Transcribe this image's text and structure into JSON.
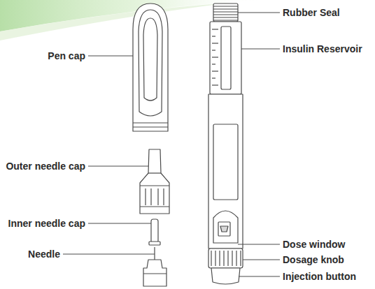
{
  "diagram": {
    "labels": [
      "Pen cap",
      "Outer needle cap",
      "Inner needle cap",
      "Needle",
      "Rubber Seal",
      "Insulin Reservoir",
      "Dose window",
      "Dosage knob",
      "Injection button"
    ]
  }
}
